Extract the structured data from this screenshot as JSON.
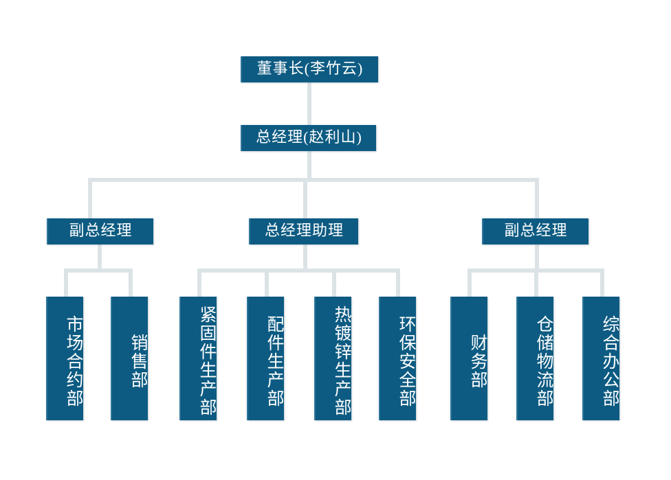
{
  "chart": {
    "type": "org-chart",
    "title": "",
    "accent_color": "#0d5b82",
    "connector_color": "#dce3e6",
    "text_color": "#ffffff",
    "background_color": "#ffffff"
  },
  "nodes": {
    "chairman": {
      "label": "董事长(李竹云)"
    },
    "general_manager": {
      "label": "总经理(赵利山)"
    },
    "level3": [
      {
        "label": "副总经理"
      },
      {
        "label": "总经理助理"
      },
      {
        "label": "副总经理"
      }
    ],
    "level4": [
      {
        "label": "市场合约部"
      },
      {
        "label": "销售部"
      },
      {
        "label": "紧固件生产部"
      },
      {
        "label": "配件生产部"
      },
      {
        "label": "热镀锌生产部"
      },
      {
        "label": "环保安全部"
      },
      {
        "label": "财务部"
      },
      {
        "label": "仓储物流部"
      },
      {
        "label": "综合办公部"
      }
    ]
  },
  "hierarchy": {
    "root": "董事长(李竹云)",
    "edges": [
      {
        "from": "董事长(李竹云)",
        "to": "总经理(赵利山)"
      },
      {
        "from": "总经理(赵利山)",
        "to": "副总经理"
      },
      {
        "from": "总经理(赵利山)",
        "to": "总经理助理"
      },
      {
        "from": "总经理(赵利山)",
        "to": "副总经理"
      },
      {
        "from": "副总经理",
        "to": "市场合约部"
      },
      {
        "from": "副总经理",
        "to": "销售部"
      },
      {
        "from": "总经理助理",
        "to": "紧固件生产部"
      },
      {
        "from": "总经理助理",
        "to": "配件生产部"
      },
      {
        "from": "总经理助理",
        "to": "热镀锌生产部"
      },
      {
        "from": "总经理助理",
        "to": "环保安全部"
      },
      {
        "from": "副总经理",
        "to": "财务部"
      },
      {
        "from": "副总经理",
        "to": "仓储物流部"
      },
      {
        "from": "副总经理",
        "to": "综合办公部"
      }
    ]
  }
}
